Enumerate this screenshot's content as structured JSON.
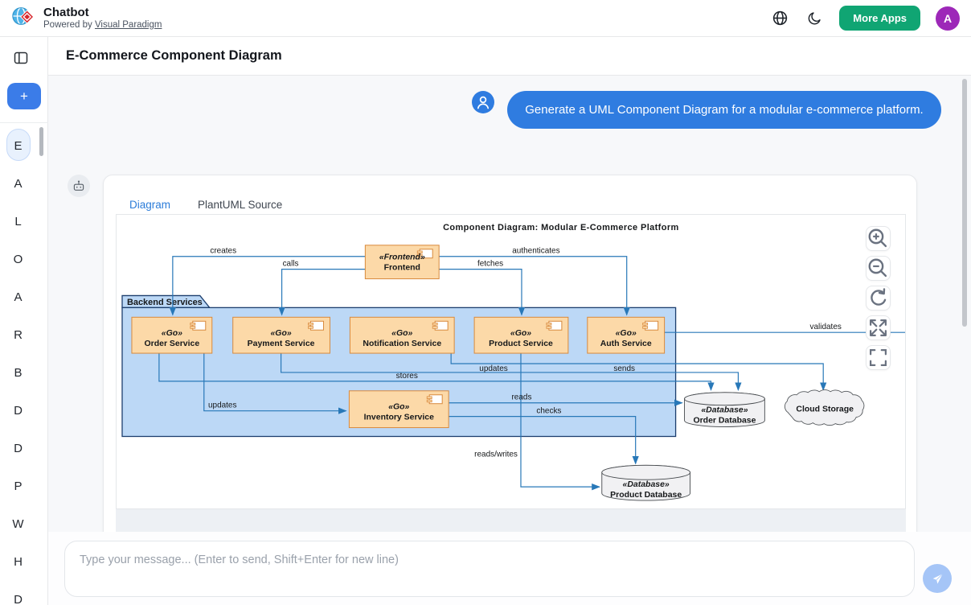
{
  "header": {
    "app_title": "Chatbot",
    "powered_by": "Powered by",
    "powered_link": "Visual Paradigm",
    "more_apps_label": "More Apps",
    "avatar_letter": "A"
  },
  "page": {
    "title": "E-Commerce Component Diagram"
  },
  "sidebar": {
    "new_chat_label": "+",
    "letters": [
      "E",
      "A",
      "L",
      "O",
      "A",
      "R",
      "B",
      "D",
      "D",
      "P",
      "W",
      "H",
      "D"
    ]
  },
  "chat": {
    "user_message": "Generate a UML Component Diagram for a modular e-commerce platform."
  },
  "tabs": {
    "diagram": "Diagram",
    "source": "PlantUML Source"
  },
  "diagram": {
    "title": "Component Diagram: Modular E-Commerce Platform",
    "package": "Backend Services",
    "nodes": {
      "frontend": {
        "stereotype": "«Frontend»",
        "name": "Frontend"
      },
      "order": {
        "stereotype": "«Go»",
        "name": "Order Service"
      },
      "payment": {
        "stereotype": "«Go»",
        "name": "Payment Service"
      },
      "notification": {
        "stereotype": "«Go»",
        "name": "Notification Service"
      },
      "product": {
        "stereotype": "«Go»",
        "name": "Product Service"
      },
      "auth": {
        "stereotype": "«Go»",
        "name": "Auth Service"
      },
      "inventory": {
        "stereotype": "«Go»",
        "name": "Inventory Service"
      },
      "order_db": {
        "stereotype": "«Database»",
        "name": "Order Database"
      },
      "product_db": {
        "stereotype": "«Database»",
        "name": "Product Database"
      },
      "cloud": {
        "name": "Cloud Storage"
      }
    },
    "edges": {
      "creates": "creates",
      "calls": "calls",
      "authenticates": "authenticates",
      "fetches": "fetches",
      "validates": "validates",
      "stores": "stores",
      "updates_cloud": "updates",
      "sends": "sends",
      "reads": "reads",
      "checks": "checks",
      "updates_inventory": "updates",
      "reads_writes": "reads/writes"
    }
  },
  "composer": {
    "placeholder": "Type your message... (Enter to send, Shift+Enter for new line)"
  },
  "colors": {
    "accent_blue": "#3b7ce8",
    "bubble_blue": "#2f7ce0",
    "tab_active_blue": "#2b7cd9",
    "more_apps_green": "#10a573",
    "avatar_purple": "#9d28b8",
    "component_fill": "#fcd9a8",
    "component_border": "#d8893c",
    "package_fill": "#bcd8f6",
    "package_border": "#1c3e6e",
    "edge_blue": "#2878b8",
    "db_fill": "#f1f1f3"
  }
}
